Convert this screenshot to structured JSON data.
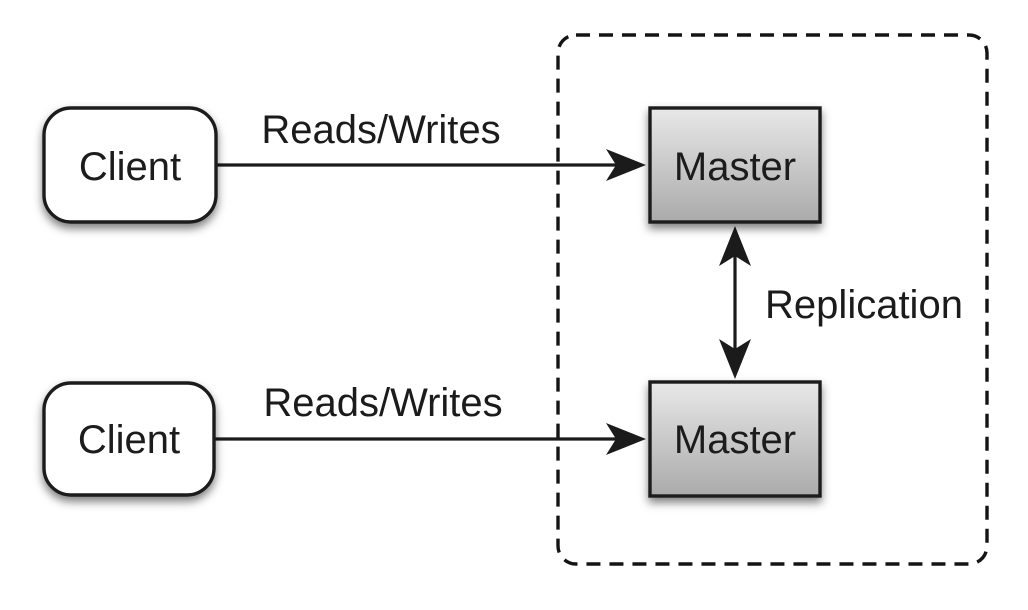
{
  "diagram": {
    "nodes": {
      "client_top": {
        "label": "Client"
      },
      "client_bottom": {
        "label": "Client"
      },
      "master_top": {
        "label": "Master"
      },
      "master_bottom": {
        "label": "Master"
      }
    },
    "edges": {
      "reads_writes_top": {
        "label": "Reads/Writes"
      },
      "reads_writes_bottom": {
        "label": "Reads/Writes"
      },
      "replication": {
        "label": "Replication"
      }
    },
    "colors": {
      "background": "#ffffff",
      "stroke": "#1b1b1b",
      "text": "#1b1b1b",
      "client_fill": "#ffffff",
      "master_gradient_top": "#e8e8e8",
      "master_gradient_bottom": "#aaaaaa"
    }
  }
}
